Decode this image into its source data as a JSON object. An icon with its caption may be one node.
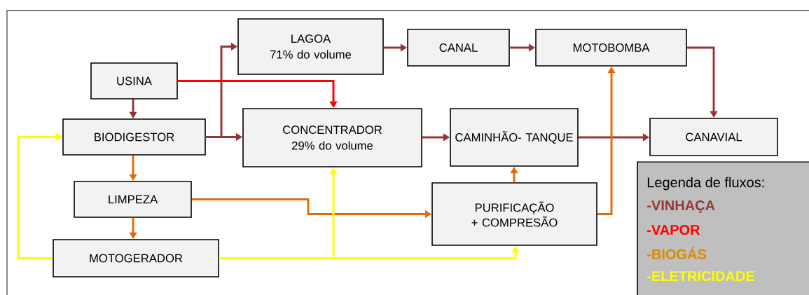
{
  "diagram": {
    "nodes": [
      {
        "text": [
          "USINA"
        ]
      },
      {
        "text": [
          "LAGOA",
          "71% do volume"
        ]
      },
      {
        "text": [
          "CANAL"
        ]
      },
      {
        "text": [
          "MOTOBOMBA"
        ]
      },
      {
        "text": [
          "BIODIGESTOR"
        ]
      },
      {
        "text": [
          "CONCENTRADOR",
          "29% do volume"
        ]
      },
      {
        "text": [
          "CAMINHÃO- TANQUE"
        ]
      },
      {
        "text": [
          "CANAVIAL"
        ]
      },
      {
        "text": [
          "LIMPEZA"
        ]
      },
      {
        "text": [
          "PURIFICAÇÃO + COMPRESÃO"
        ]
      },
      {
        "text": [
          "MOTOGERADOR"
        ]
      }
    ],
    "edges": [
      {
        "from": 0,
        "to": 4,
        "arrow": "to"
      },
      {
        "from": 4,
        "to": 1,
        "arrow": "to"
      },
      {
        "from": 4,
        "to": 5,
        "arrow": "to"
      },
      {
        "from": 0,
        "to": 5,
        "arrow": "to",
        "color": "#ff0000"
      },
      {
        "from": 1,
        "to": 2,
        "arrow": "to"
      },
      {
        "from": 2,
        "to": 3,
        "arrow": "to"
      },
      {
        "from": 3,
        "to": 7,
        "arrow": "to"
      },
      {
        "from": 5,
        "to": 6,
        "arrow": "to"
      },
      {
        "from": 6,
        "to": 7,
        "arrow": "to"
      },
      {
        "from": 4,
        "to": 8,
        "arrow": "to",
        "color": "#e36c09"
      },
      {
        "from": 8,
        "to": 10,
        "arrow": "to",
        "color": "#e36c09"
      },
      {
        "from": 8,
        "to": 9,
        "arrow": "to",
        "color": "#e36c09"
      },
      {
        "from": 9,
        "to": 6,
        "arrow": "to",
        "color": "#e36c09"
      },
      {
        "from": 9,
        "to": 3,
        "arrow": "to",
        "color": "#e36c09"
      },
      {
        "from": 10,
        "to": 4,
        "arrow": "to",
        "color": "#ffff00"
      },
      {
        "from": 10,
        "to": 5,
        "arrow": "to",
        "color": "#ffff00"
      },
      {
        "from": 10,
        "to": 9,
        "arrow": "to",
        "color": "#ffff00"
      }
    ],
    "labels": [
      "Legenda de fluxos:"
    ],
    "legend": [
      {
        "text": "-VINHAÇA",
        "color": "#953735"
      },
      {
        "text": "-VAPOR",
        "color": "#ff0000"
      },
      {
        "text": "-BIOGÁS",
        "color": "#d98c00"
      },
      {
        "text": "-ELETRICIDADE",
        "color": "#ffff00"
      }
    ]
  }
}
